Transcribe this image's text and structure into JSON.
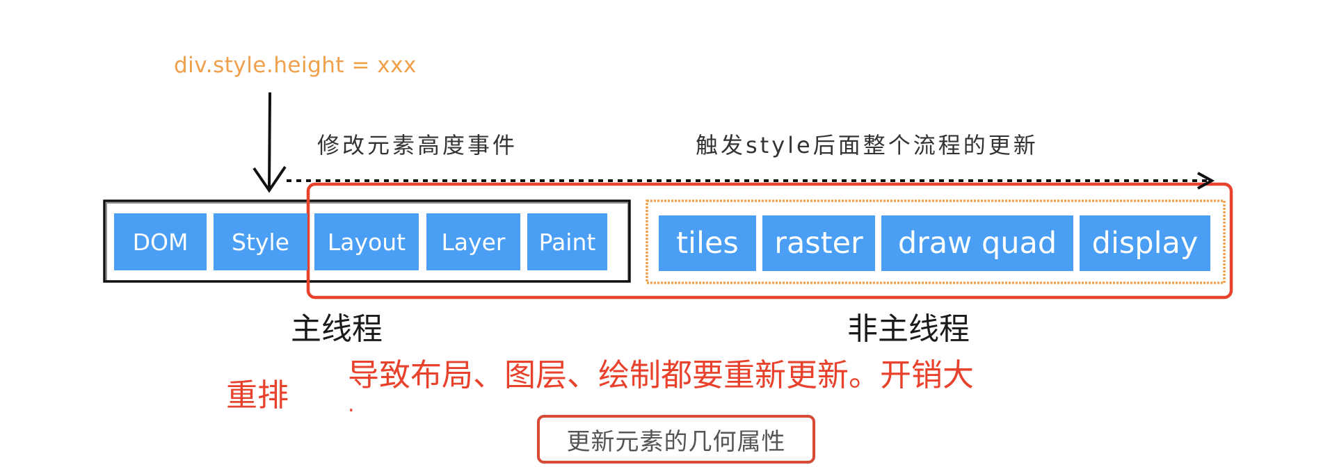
{
  "annotation": {
    "code": "div.style.height = xxx",
    "modify_event": "修改元素高度事件",
    "trigger_note": "触发style后面整个流程的更新"
  },
  "main_thread": {
    "label": "主线程",
    "stages": [
      "DOM",
      "Style",
      "Layout",
      "Layer",
      "Paint"
    ]
  },
  "non_main_thread": {
    "label": "非主线程",
    "stages": [
      "tiles",
      "raster",
      "draw quad",
      "display"
    ]
  },
  "reflow": {
    "title": "重排",
    "description": "导致布局、图层、绘制都要重新更新。开销大",
    "dot": "."
  },
  "caption": "更新元素的几何属性",
  "colors": {
    "stage_fill": "#4a9ff5",
    "orange": "#f0a04b",
    "red": "#e8412c"
  }
}
